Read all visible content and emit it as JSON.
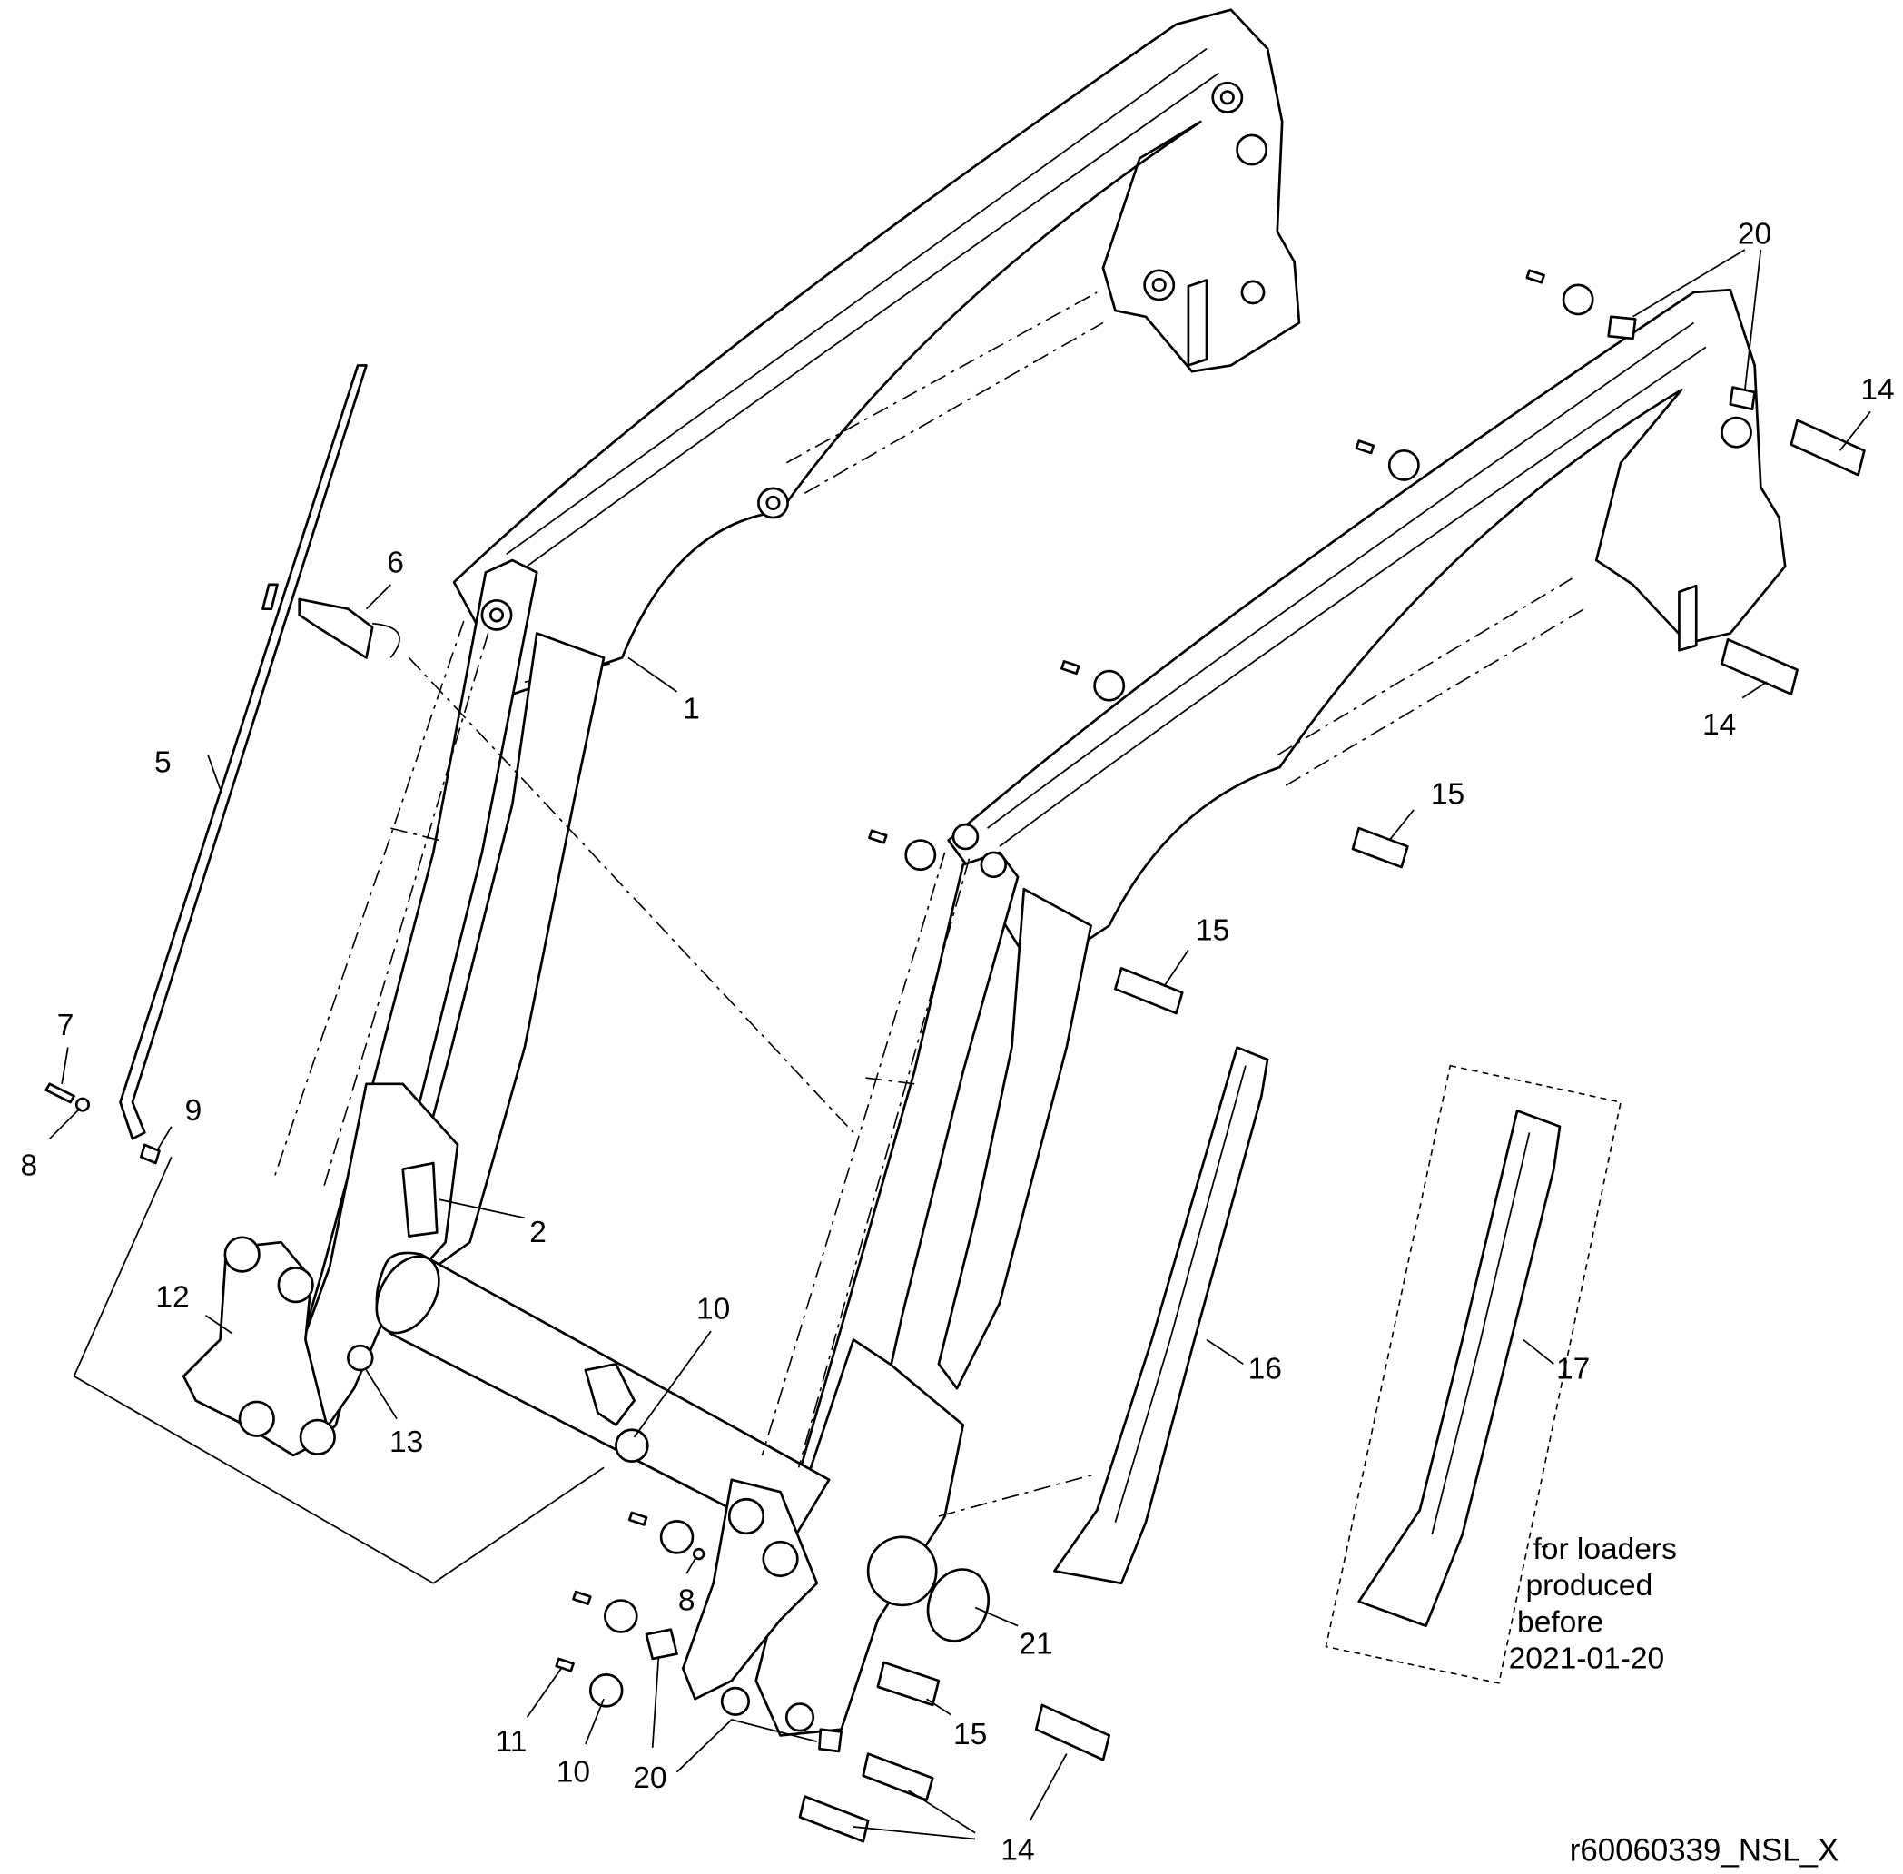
{
  "callouts": [
    {
      "label": "1"
    },
    {
      "label": "2"
    },
    {
      "label": "5"
    },
    {
      "label": "6"
    },
    {
      "label": "7"
    },
    {
      "label": "8"
    },
    {
      "label": "9"
    },
    {
      "label": "10"
    },
    {
      "label": "12"
    },
    {
      "label": "13"
    },
    {
      "label": "16"
    },
    {
      "label": "17"
    },
    {
      "label": "20"
    },
    {
      "label": "14"
    },
    {
      "label": "14"
    },
    {
      "label": "15"
    },
    {
      "label": "15"
    },
    {
      "label": "21"
    },
    {
      "label": "8"
    },
    {
      "label": "11"
    },
    {
      "label": "10"
    },
    {
      "label": "20"
    },
    {
      "label": "15"
    },
    {
      "label": "14"
    }
  ],
  "note": {
    "line1": "for loaders",
    "line2": "produced",
    "line3": "before",
    "line4": "2021-01-20"
  },
  "drawing_id": "r60060339_NSL_X"
}
